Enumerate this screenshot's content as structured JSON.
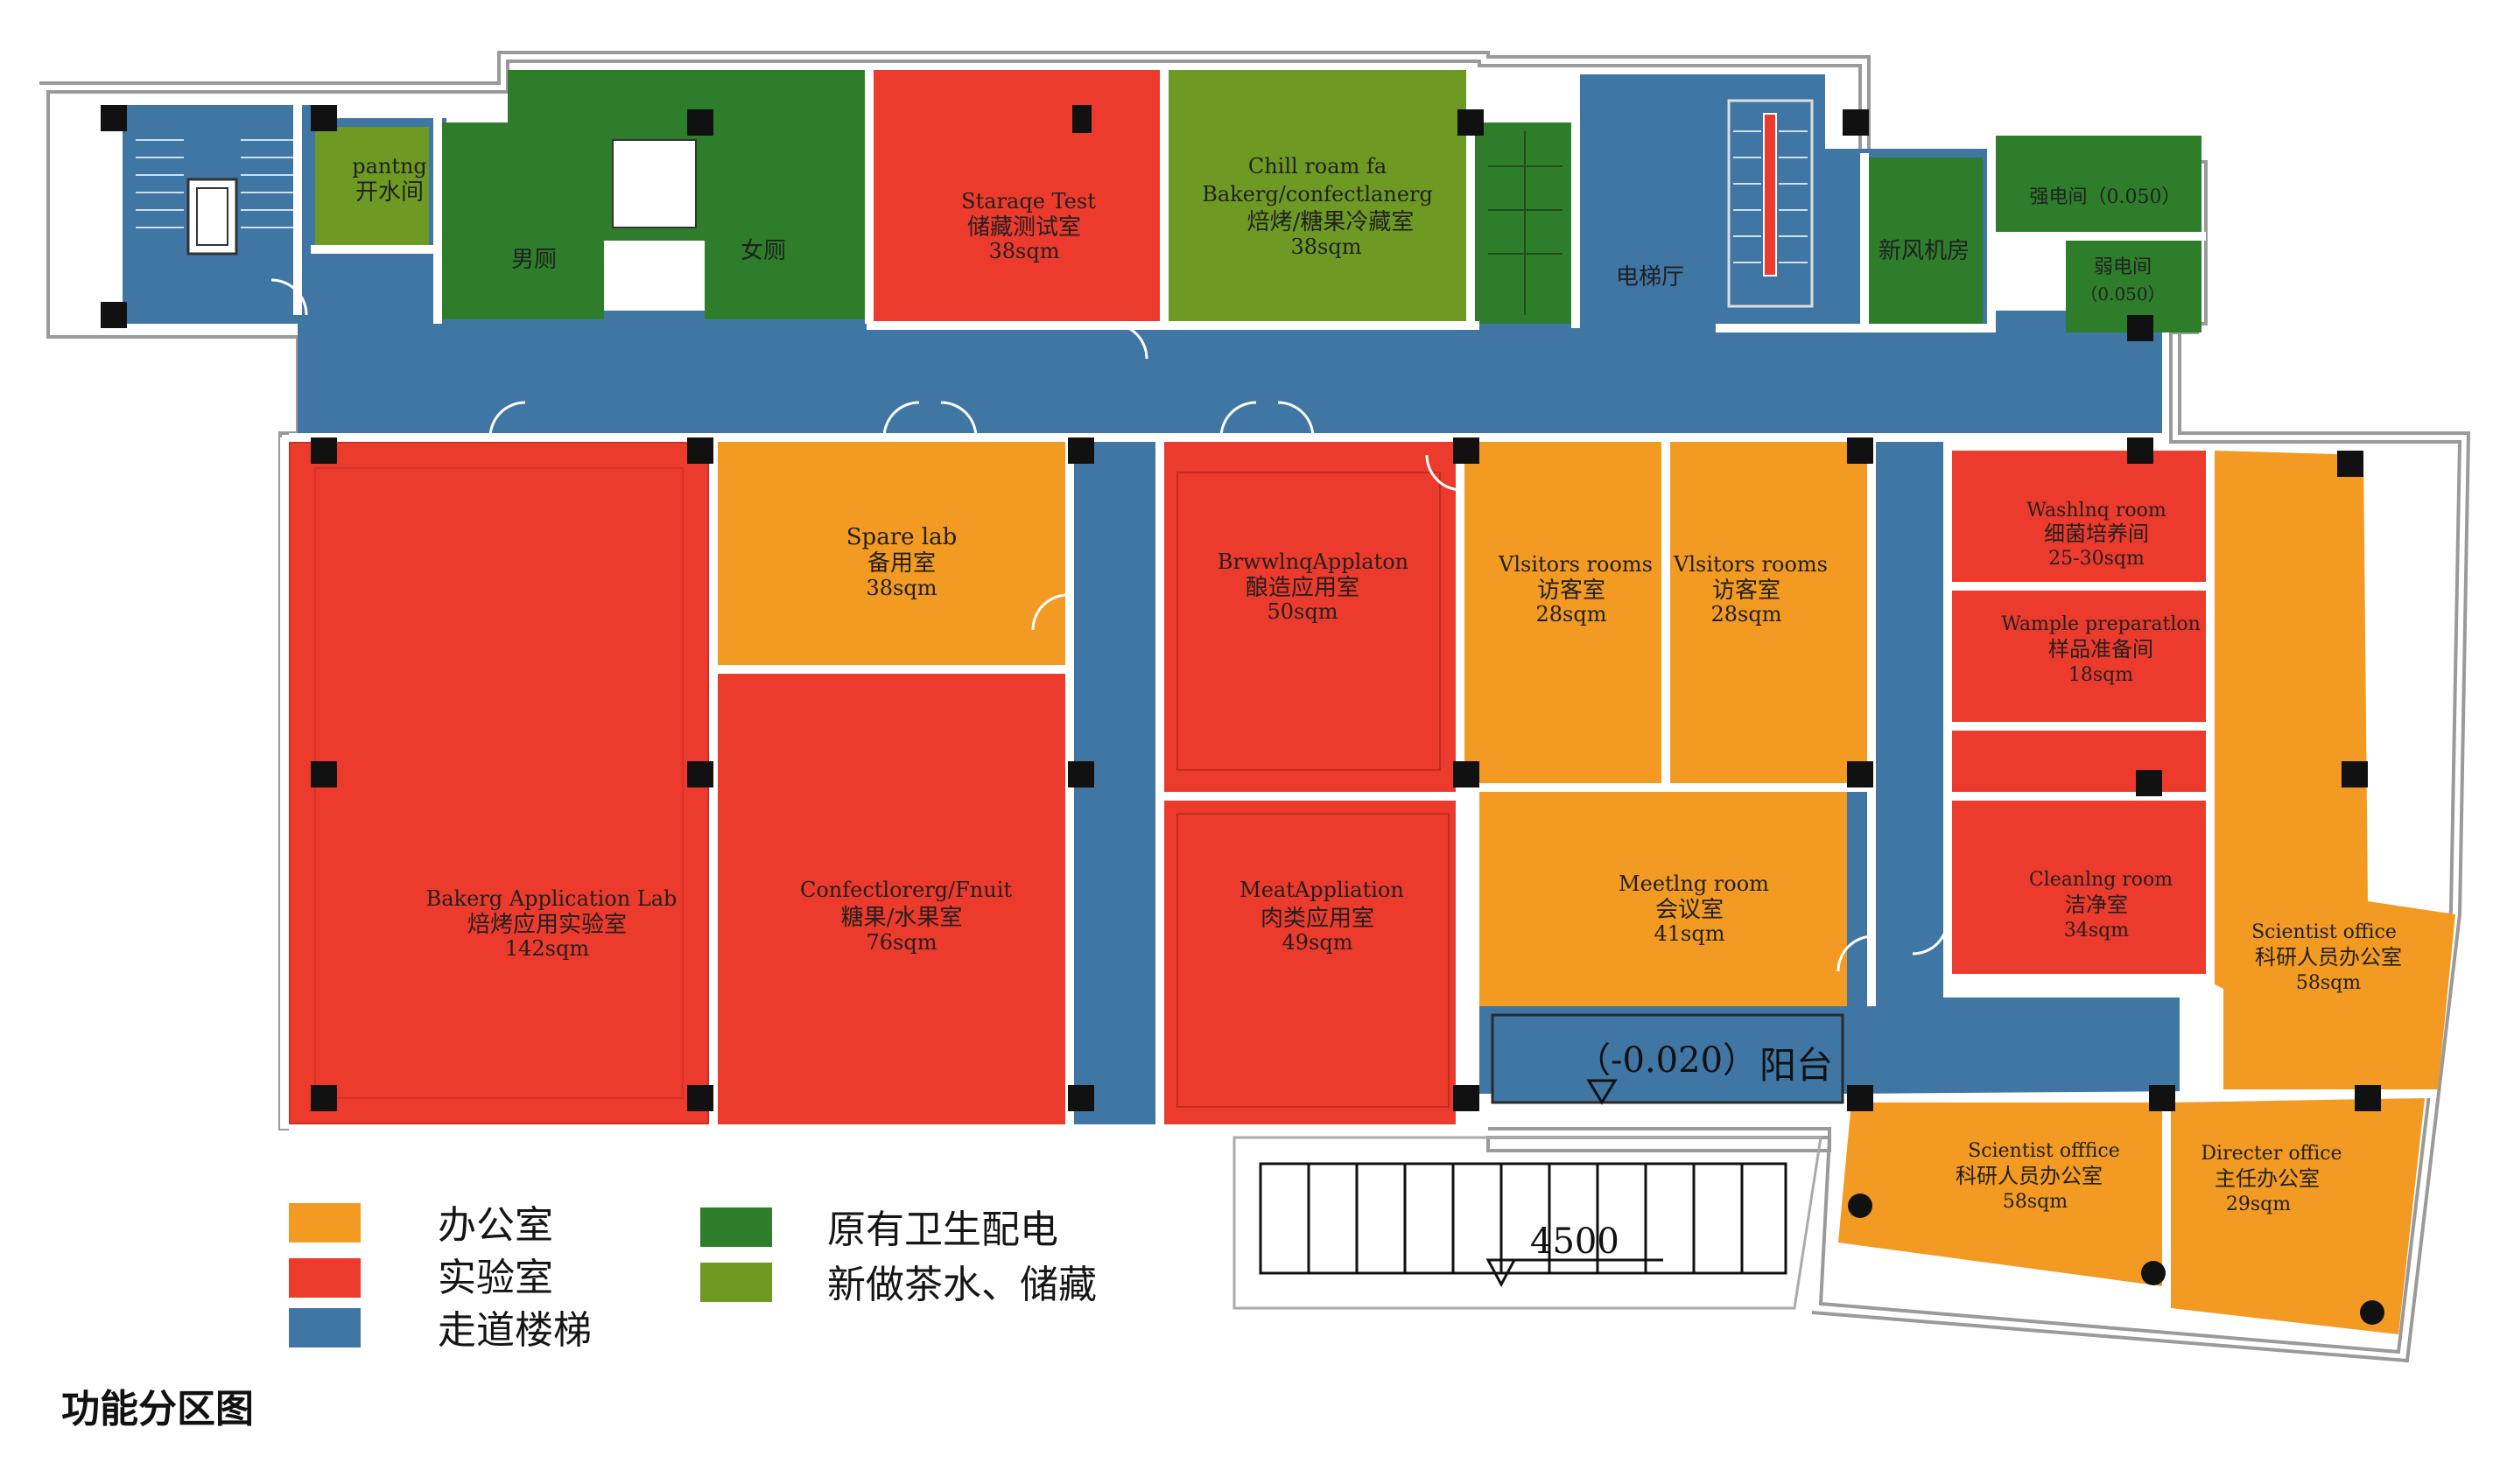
{
  "colors": {
    "office": "#f29a22",
    "lab": "#ec3a2c",
    "corridor": "#3f76a4",
    "existing_services": "#2e7d2a",
    "new_pantry_storage": "#6e9a24",
    "wall": "#ffffff",
    "column": "#111111"
  },
  "rooms": {
    "pantry": {
      "line1": "pantng",
      "line2": "开水间"
    },
    "mens": {
      "line1": "男厕"
    },
    "womens": {
      "line1": "女厕"
    },
    "storage": {
      "line1": "Staraqe Test",
      "line2": "储藏测试室",
      "line3": "38sqm"
    },
    "chill": {
      "line1": "Chill roam fa",
      "line2": "Bakerg/confectlanerg",
      "line3": "焙烤/糖果冷藏室",
      "line4": "38sqm"
    },
    "elevator_lobby": {
      "line1": "电梯厅"
    },
    "fresh_air": {
      "line1": "新风机房"
    },
    "strong_elec": {
      "line1": "强电间（0.050）"
    },
    "weak_elec": {
      "line1": "弱电间",
      "line2": "（0.050）"
    },
    "bakery_lab": {
      "line1": "Bakerg Application Lab",
      "line2": "焙烤应用实验室",
      "line3": "142sqm"
    },
    "spare_lab": {
      "line1": "Spare lab",
      "line2": "备用室",
      "line3": "38sqm"
    },
    "confectionery": {
      "line1": "Confectlorerg/Fnuit",
      "line2": "糖果/水果室",
      "line3": "76sqm"
    },
    "brewing": {
      "line1": "BrwwlnqApplaton",
      "line2": "酿造应用室",
      "line3": "50sqm"
    },
    "meat": {
      "line1": "MeatAppliation",
      "line2": "肉类应用室",
      "line3": "49sqm"
    },
    "visitors1": {
      "line1": "Vlsitors rooms",
      "line2": "访客室",
      "line3": "28sqm"
    },
    "visitors2": {
      "line1": "Vlsitors rooms",
      "line2": "访客室",
      "line3": "28sqm"
    },
    "meeting": {
      "line1": "Meetlng room",
      "line2": "会议室",
      "line3": "41sqm"
    },
    "washing": {
      "line1": "Washlnq room",
      "line2": "细菌培养间",
      "line3": "25-30sqm"
    },
    "sample_prep": {
      "line1": "Wample preparatlon",
      "line2": "样品准备间",
      "line3": "18sqm"
    },
    "cleaning": {
      "line1": "Cleanlng room",
      "line2": "洁净室",
      "line3": "34sqm"
    },
    "scientist_right": {
      "line1": "Scientist office",
      "line2": "科研人员办公室",
      "line3": "58sqm"
    },
    "scientist_bottom": {
      "line1": "Scientist offfice",
      "line2": "科研人员办公室",
      "line3": "58sqm"
    },
    "director": {
      "line1": "Directer office",
      "line2": "主任办公室",
      "line3": "29sqm"
    }
  },
  "annotations": {
    "balcony_level": "（-0.020）",
    "balcony": "阳台",
    "dimension": "4500"
  },
  "legend": [
    {
      "label": "办公室",
      "color_key": "office"
    },
    {
      "label": "实验室",
      "color_key": "lab"
    },
    {
      "label": "走道楼梯",
      "color_key": "corridor"
    },
    {
      "label": "原有卫生配电",
      "color_key": "existing_services"
    },
    {
      "label": "新做茶水、储藏",
      "color_key": "new_pantry_storage"
    }
  ],
  "caption": "功能分区图"
}
